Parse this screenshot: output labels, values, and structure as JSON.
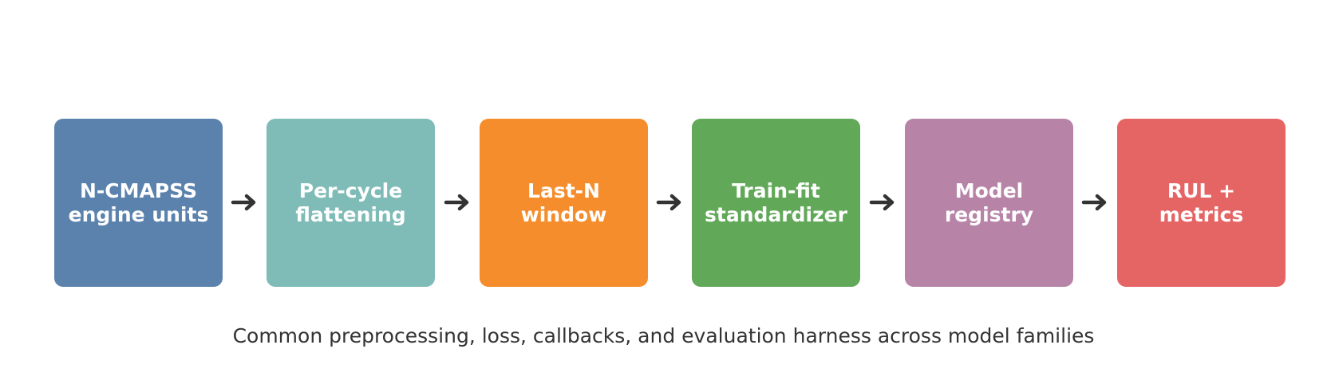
{
  "pipeline": {
    "stages": [
      {
        "label": "N-CMAPSS\nengine units",
        "color": "#5b82ad"
      },
      {
        "label": "Per-cycle\nflattening",
        "color": "#7fbbb7"
      },
      {
        "label": "Last-N\nwindow",
        "color": "#f58d2c"
      },
      {
        "label": "Train-fit\nstandardizer",
        "color": "#61a858"
      },
      {
        "label": "Model\nregistry",
        "color": "#b784a8"
      },
      {
        "label": "RUL +\nmetrics",
        "color": "#e56565"
      }
    ],
    "arrow_color": "#333333",
    "arrow_icon": "right-arrow-icon",
    "caption": "Common preprocessing, loss, callbacks, and evaluation harness across model families"
  }
}
